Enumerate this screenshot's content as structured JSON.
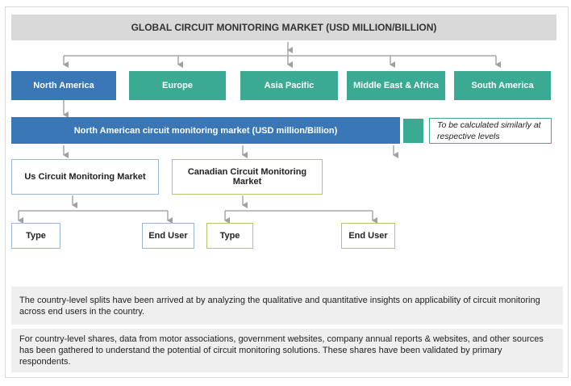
{
  "title": "GLOBAL CIRCUIT MONITORING MARKET (USD MILLION/BILLION)",
  "regions": [
    "North America",
    "Europe",
    "Asia Pacific",
    "Middle East & Africa",
    "South America"
  ],
  "north_america_market": "North American circuit monitoring market (USD million/Billion)",
  "legend_note": "To be calculated similarly at respective levels",
  "countries": {
    "us": "Us Circuit Monitoring Market",
    "canada": "Canadian Circuit Monitoring Market"
  },
  "segments": {
    "type": "Type",
    "end_user": "End User"
  },
  "notes": [
    "The country-level splits have been arrived at by analyzing the qualitative and quantitative insights on applicability of circuit monitoring across end users in the country.",
    "For country-level shares, data from motor associations, government websites, company annual reports & websites, and other sources has been gathered to understand the potential of circuit monitoring solutions. These shares have been validated by primary respondents."
  ],
  "colors": {
    "blue": "#3a77b7",
    "teal": "#3aaa93",
    "gray": "#d9d9d9"
  }
}
